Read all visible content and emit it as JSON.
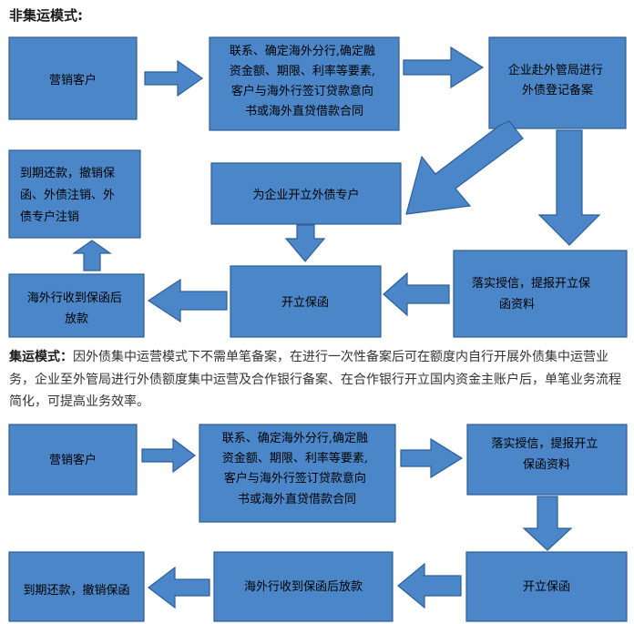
{
  "section1": {
    "heading": "非集运模式:",
    "boxes": {
      "marketing": [
        "营销客户"
      ],
      "confirm": [
        "联系、确定海外分行,确定融",
        "资金额、期限、利率等要素,",
        "客户与海外行签订贷款意向",
        "书或海外直贷借款合同"
      ],
      "register": [
        "企业赴外管局进行",
        "外债登记备案"
      ],
      "account": [
        "为企业开立外债专户"
      ],
      "credit": [
        "落实授信，提报开立保",
        "函资料"
      ],
      "guarantee": [
        "开立保函"
      ],
      "loan": [
        "海外行收到保函后",
        "放款"
      ],
      "repay": [
        "到期还款，撤销保",
        "函、外债注销、外",
        "债专户注销"
      ]
    }
  },
  "section2": {
    "lead": "集运模式：",
    "text": "因外债集中运营模式下不需单笔备案，在进行一次性备案后可在额度内自行开展外债集中运营业务，企业至外管局进行外债额度集中运营及合作银行备案、在合作银行开立国内资金主账户后，单笔业务流程简化，可提高业务效率。",
    "boxes": {
      "marketing": [
        "营销客户"
      ],
      "confirm": [
        "联系、确定海外分行,确定融",
        "资金额、期限、利率等要素,",
        "客户与海外行签订贷款意向",
        "书或海外直贷借款合同"
      ],
      "credit": [
        "落实授信，提报开立",
        "保函资料"
      ],
      "guarantee": [
        "开立保函"
      ],
      "loan": [
        "海外行收到保函后放款"
      ],
      "repay": [
        "到期还款，撤销保函"
      ]
    }
  }
}
